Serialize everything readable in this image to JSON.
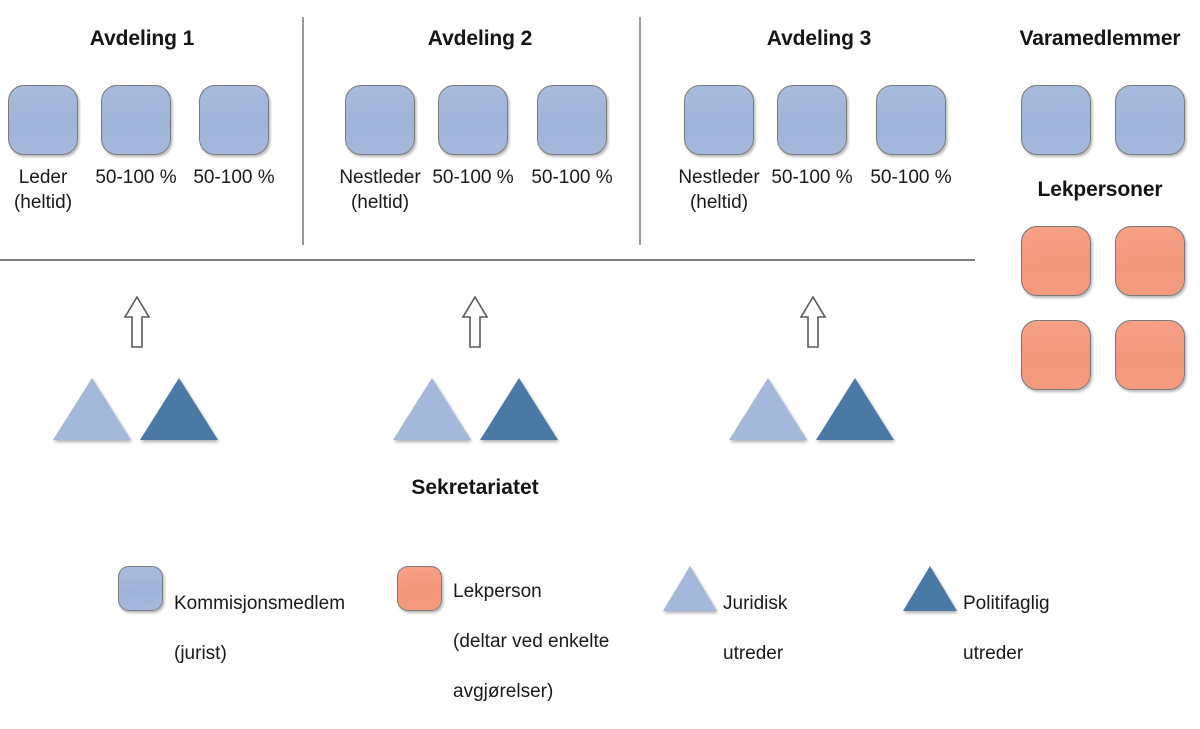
{
  "diagram": {
    "title_hidden": "",
    "colors": {
      "member_blue": "#a3b7db",
      "lekperson_orange": "#f4977a",
      "juridisk_triangle": "#a4b8d9",
      "politifaglig_triangle": "#4a79a6",
      "divider": "#7d7d7d",
      "text": "#1a1a1a"
    }
  },
  "departments": [
    {
      "title": "Avdeling 1",
      "members": [
        {
          "caption": "Leder\n(heltid)",
          "line1": "Leder",
          "line2": "(heltid)",
          "color": "blue"
        },
        {
          "caption": "50-100 %",
          "line1": "50-100 %",
          "line2": "",
          "color": "blue"
        },
        {
          "caption": "50-100 %",
          "line1": "50-100 %",
          "line2": "",
          "color": "blue"
        }
      ]
    },
    {
      "title": "Avdeling 2",
      "members": [
        {
          "caption": "Nestleder\n(heltid)",
          "line1": "Nestleder",
          "line2": "(heltid)",
          "color": "blue"
        },
        {
          "caption": "50-100 %",
          "line1": "50-100 %",
          "line2": "",
          "color": "blue"
        },
        {
          "caption": "50-100 %",
          "line1": "50-100 %",
          "line2": "",
          "color": "blue"
        }
      ]
    },
    {
      "title": "Avdeling 3",
      "members": [
        {
          "caption": "Nestleder\n(heltid)",
          "line1": "Nestleder",
          "line2": "(heltid)",
          "color": "blue"
        },
        {
          "caption": "50-100 %",
          "line1": "50-100 %",
          "line2": "",
          "color": "blue"
        },
        {
          "caption": "50-100 %",
          "line1": "50-100 %",
          "line2": "",
          "color": "blue"
        }
      ]
    }
  ],
  "side_groups": [
    {
      "title": "Varamedlemmer",
      "count": 2,
      "color": "blue"
    },
    {
      "title": "Lekpersoner",
      "count": 4,
      "color": "orange"
    }
  ],
  "secretariat": {
    "label": "Sekretariatet",
    "units": [
      {
        "juridisk": "Juridisk utreder",
        "politifaglig": "Politifaglig utreder"
      },
      {
        "juridisk": "Juridisk utreder",
        "politifaglig": "Politifaglig utreder"
      },
      {
        "juridisk": "Juridisk utreder",
        "politifaglig": "Politifaglig utreder"
      }
    ],
    "arrow_count": 3
  },
  "legend": [
    {
      "shape": "box",
      "color": "blue",
      "line1": "Kommisjonsmedlem",
      "line2": "(jurist)",
      "line3": ""
    },
    {
      "shape": "box",
      "color": "orange",
      "line1": "Lekperson",
      "line2": "(deltar ved enkelte",
      "line3": "avgjørelser)"
    },
    {
      "shape": "triangle",
      "color": "light",
      "line1": "Juridisk",
      "line2": "utreder",
      "line3": ""
    },
    {
      "shape": "triangle",
      "color": "dark",
      "line1": "Politifaglig",
      "line2": "utreder",
      "line3": ""
    }
  ]
}
